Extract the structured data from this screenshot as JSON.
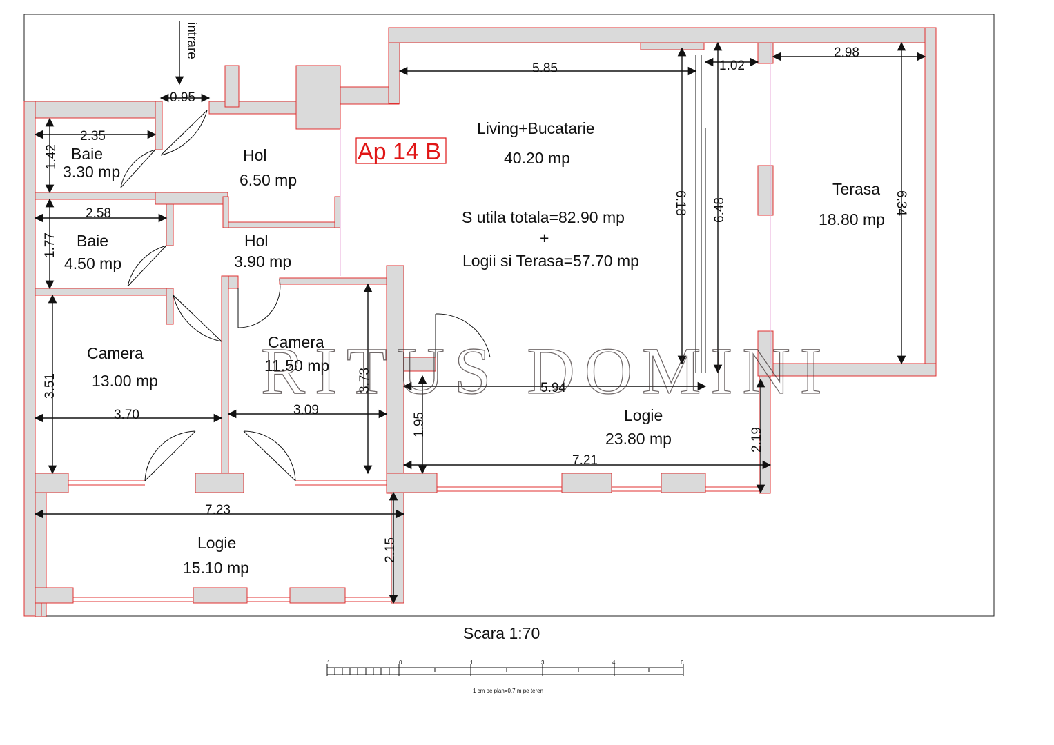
{
  "plan": {
    "apartment_title": "Ap 14 B",
    "entrance_label": "intrare",
    "summary": {
      "useful_total": "S utila totala=82.90 mp",
      "plus": "+",
      "loggias_terrace": "Logii si Terasa=57.70 mp"
    },
    "rooms": [
      {
        "name": "Baie",
        "area": "3.30 mp"
      },
      {
        "name": "Hol",
        "area": "6.50 mp"
      },
      {
        "name": "Living+Bucatarie",
        "area": "40.20 mp"
      },
      {
        "name": "Terasa",
        "area": "18.80 mp"
      },
      {
        "name": "Baie",
        "area": "4.50 mp"
      },
      {
        "name": "Hol",
        "area": "3.90 mp"
      },
      {
        "name": "Camera",
        "area": "13.00 mp"
      },
      {
        "name": "Camera",
        "area": "11.50 mp"
      },
      {
        "name": "Logie",
        "area": "23.80 mp"
      },
      {
        "name": "Logie",
        "area": "15.10 mp"
      }
    ],
    "dimensions": [
      "0.95",
      "2.35",
      "1.42",
      "5.85",
      "1.02",
      "2.98",
      "6.18",
      "6.48",
      "6.34",
      "2.58",
      "1.77",
      "3.51",
      "3.70",
      "3.09",
      "3.73",
      "5.94",
      "1.95",
      "7.21",
      "2.19",
      "7.23",
      "2.15"
    ],
    "watermark": "RITUS DOMINI",
    "scale": {
      "title": "Scara 1:70",
      "ticks": [
        "1",
        "0",
        "1",
        "3",
        "4",
        "6"
      ],
      "note": "1 cm pe plan=0.7 m pe teren"
    }
  }
}
